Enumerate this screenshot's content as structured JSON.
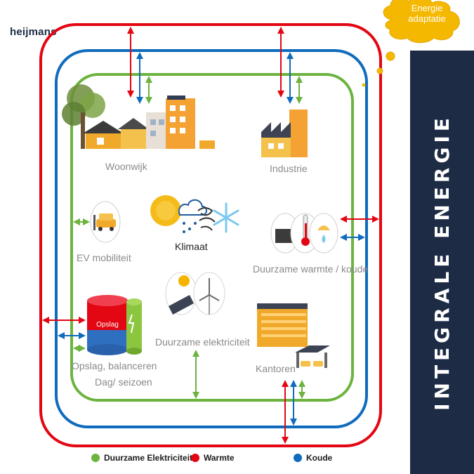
{
  "brand": {
    "logo": "heijmans"
  },
  "sidebar": {
    "title": "INTEGRALE ENERGIE"
  },
  "cloud": {
    "label": "Energie\nadaptatie"
  },
  "nodes": {
    "woonwijk": "Woonwijk",
    "industrie": "Industrie",
    "ev": "EV mobiliteit",
    "klimaat": "Klimaat",
    "warmte_koude": "Duurzame warmte / koude",
    "opslag_badge": "Opslag",
    "opslag_line1": "Opslag, balanceren",
    "opslag_line2": "Dag/ seizoen",
    "elektriciteit": "Duurzame elektriciteit",
    "kantoren": "Kantoren"
  },
  "legend": [
    {
      "label": "Duurzame Elektriciteit",
      "color": "#6cb33f"
    },
    {
      "label": "Warmte",
      "color": "#e30613"
    },
    {
      "label": "Koude",
      "color": "#0f6cbd"
    }
  ],
  "colors": {
    "green": "#6cb33f",
    "red": "#e30613",
    "blue": "#0f6cbd",
    "navy": "#1d2b45",
    "cloud": "#f5b800"
  }
}
